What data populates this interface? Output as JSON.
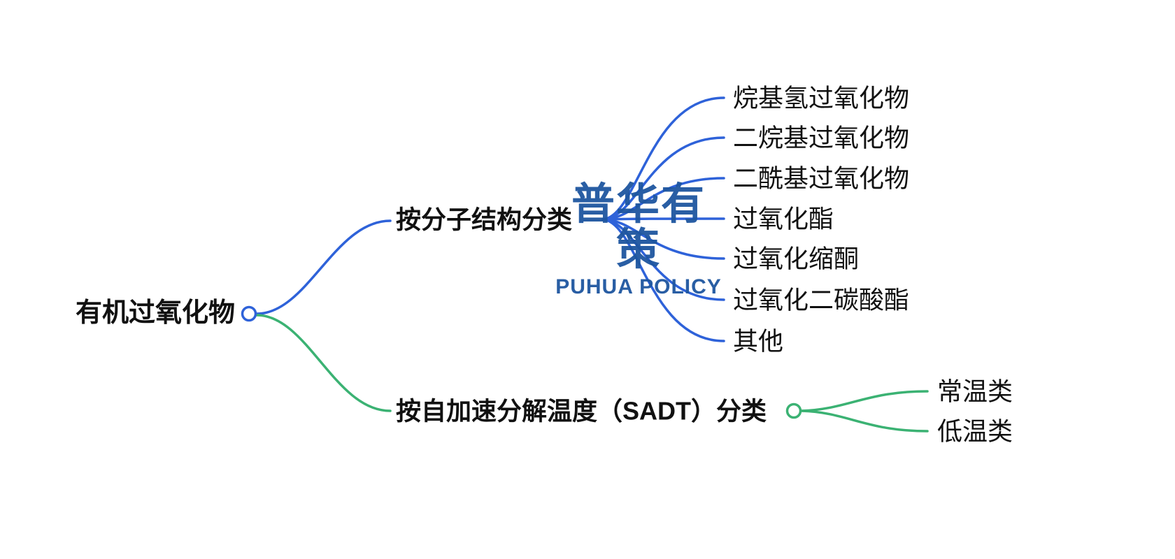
{
  "diagram": {
    "type": "mindmap",
    "root": {
      "label": "有机过氧化物"
    },
    "branches": [
      {
        "label": "按分子结构分类",
        "color": "#2e62d9",
        "children": [
          "烷基氢过氧化物",
          "二烷基过氧化物",
          "二酰基过氧化物",
          "过氧化酯",
          "过氧化缩酮",
          "过氧化二碳酸酯",
          "其他"
        ]
      },
      {
        "label": "按自加速分解温度（SADT）分类",
        "color": "#3bb273",
        "children": [
          "常温类",
          "低温类"
        ]
      }
    ]
  },
  "watermark": {
    "title": "普华有策",
    "subtitle": "PUHUA POLICY",
    "color": "#1e56a0"
  },
  "colors": {
    "text": "#111111",
    "background": "#ffffff",
    "branch1_line": "#2e62d9",
    "branch2_line": "#3bb273"
  }
}
